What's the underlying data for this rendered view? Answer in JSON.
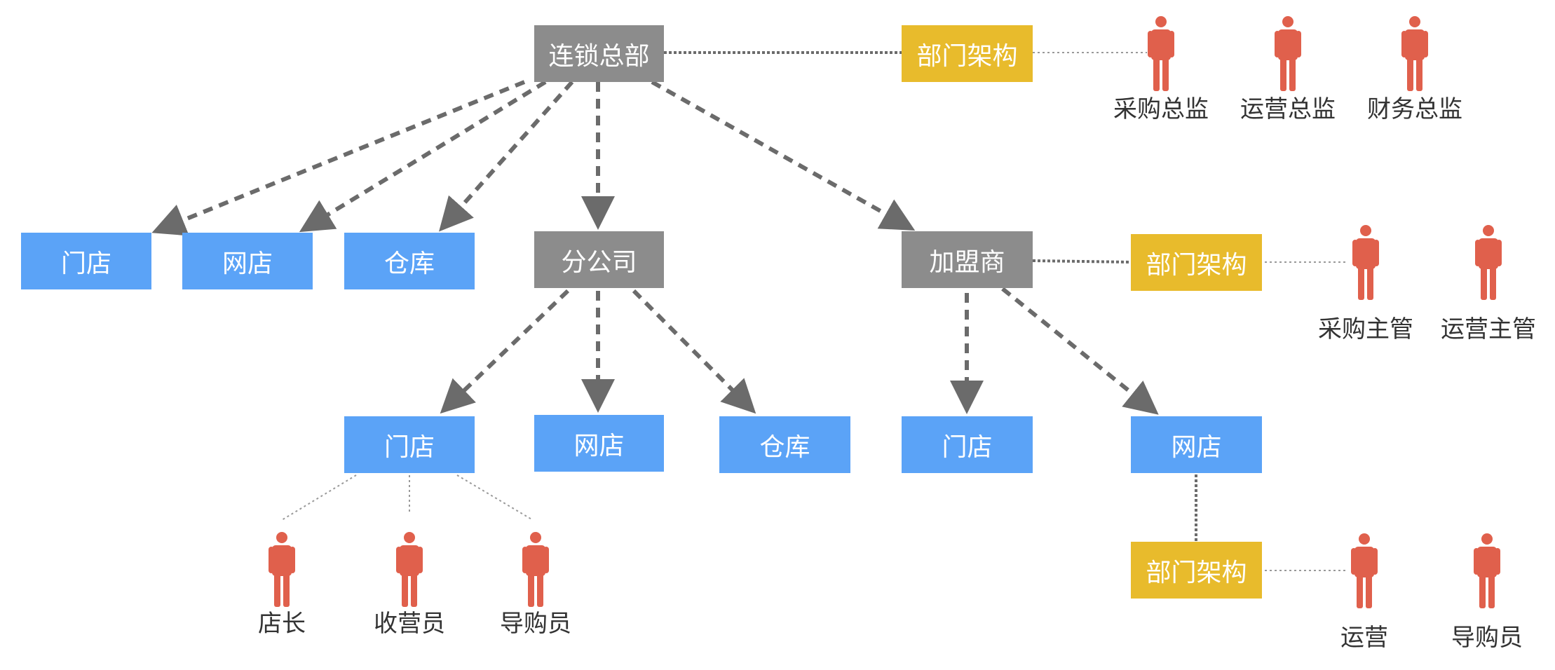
{
  "colors": {
    "hq": "#8c8c8c",
    "unit": "#5ba3f7",
    "dept": "#e8bb2c",
    "person": "#e0604c",
    "arrow": "#6b6b6b"
  },
  "nodes": {
    "hq": "连锁总部",
    "hq_dept": "部门架构",
    "hq_store": "门店",
    "hq_online": "网店",
    "hq_warehouse": "仓库",
    "branch": "分公司",
    "franchise": "加盟商",
    "franchise_dept": "部门架构",
    "branch_store": "门店",
    "branch_online": "网店",
    "branch_warehouse": "仓库",
    "franchise_store": "门店",
    "franchise_online": "网店",
    "online_dept": "部门架构"
  },
  "people": {
    "hq_purchase": "采购总监",
    "hq_ops": "运营总监",
    "hq_finance": "财务总监",
    "fr_purchase": "采购主管",
    "fr_ops": "运营主管",
    "store_manager": "店长",
    "cashier": "收营员",
    "guide": "导购员",
    "online_ops": "运营",
    "online_guide": "导购员"
  }
}
